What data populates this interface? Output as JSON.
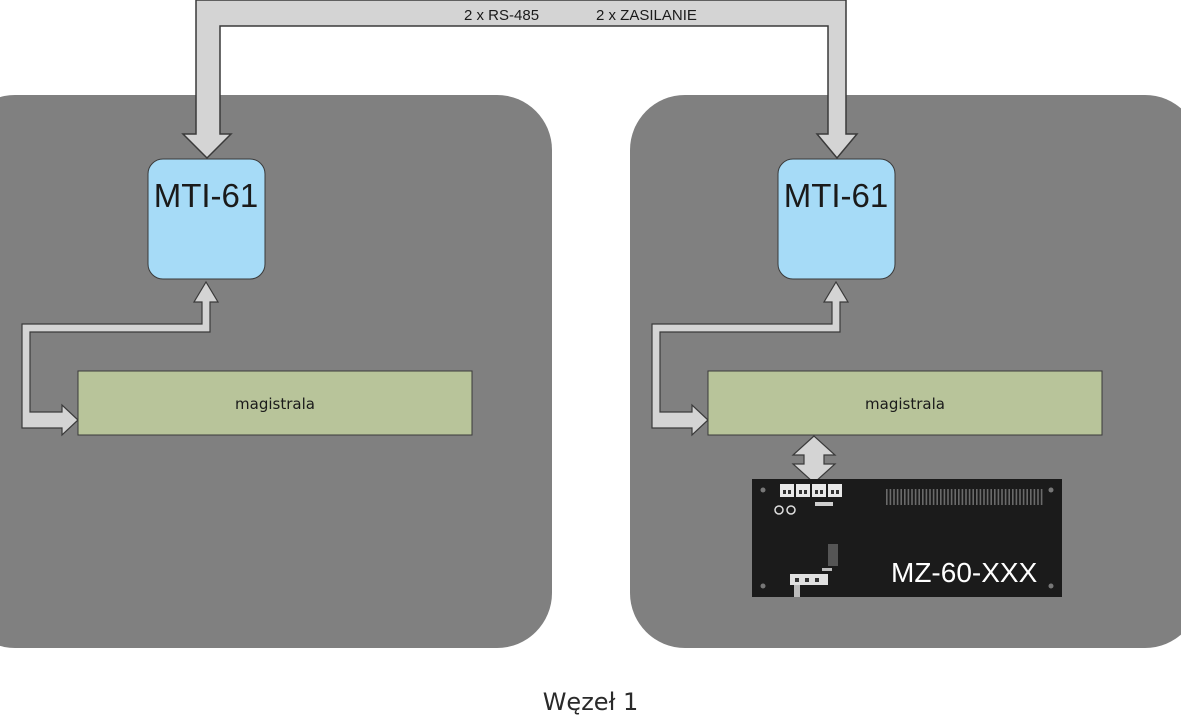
{
  "link": {
    "label_bus": "2 x RS-485",
    "label_power": "2 x ZASILANIE"
  },
  "left_panel": {
    "module": "MTI-61",
    "bus": "magistrala"
  },
  "right_panel": {
    "module": "MTI-61",
    "bus": "magistrala",
    "device": "MZ-60-XXX"
  },
  "caption": "Węzeł 1",
  "colors": {
    "panel": "#808080",
    "module": "#a6dbf7",
    "bus": "#b8c49a",
    "arrow": "#d4d4d4",
    "device": "#1b1b1b"
  }
}
